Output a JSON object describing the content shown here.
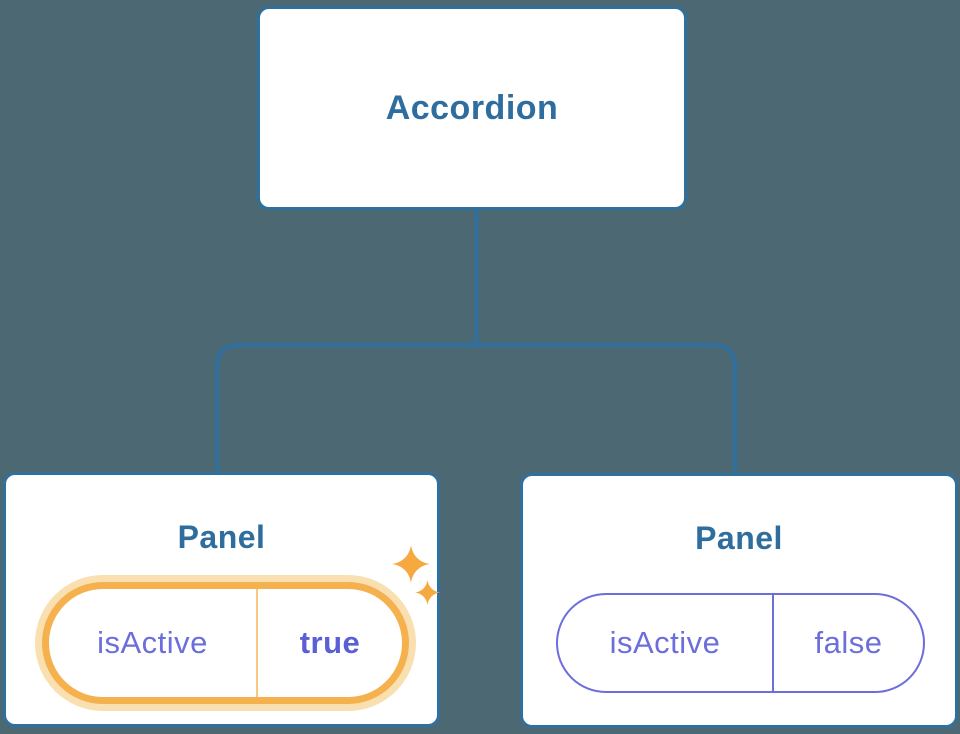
{
  "colors": {
    "background": "#4C6973",
    "node_border": "#30709F",
    "heading_text": "#2E6D9D",
    "state_purple": "#6B6EDB",
    "state_value_purple": "#5A5FD6",
    "highlight_orange": "#F6B14F",
    "highlight_glow": "#FAE0B0",
    "highlight_divider": "#F9C87C",
    "sparkle_orange": "#F5A93F"
  },
  "tree": {
    "root": {
      "label": "Accordion"
    },
    "children": [
      {
        "label": "Panel",
        "highlighted": true,
        "state": {
          "key": "isActive",
          "value": "true"
        }
      },
      {
        "label": "Panel",
        "highlighted": false,
        "state": {
          "key": "isActive",
          "value": "false"
        }
      }
    ]
  }
}
